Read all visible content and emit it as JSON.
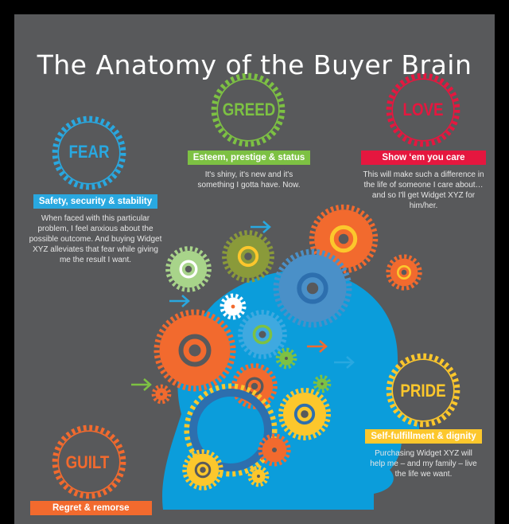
{
  "title": "The Anatomy of the Buyer Brain",
  "colors": {
    "background": "#58595b",
    "fear": "#29a8e0",
    "greed": "#7dc143",
    "love": "#e5173f",
    "pride": "#fcc72c",
    "guilt": "#f26a2e",
    "head": "#0b9ddb"
  },
  "emotions": [
    {
      "word": "FEAR",
      "label": "Safety, security & stability",
      "text": "When faced with this particular problem, I feel anxious about the possible outcome. And buying Widget XYZ alleviates that fear while giving me the result I want."
    },
    {
      "word": "GREED",
      "label": "Esteem, prestige & status",
      "text": "It's shiny, it's new and it's something I gotta have. Now."
    },
    {
      "word": "LOVE",
      "label": "Show ‘em you care",
      "text": "This will make such a difference in the life of someone I care about…and so I'll get Widget XYZ for him/her."
    },
    {
      "word": "PRIDE",
      "label": "Self-fulfillment & dignity",
      "text": "Purchasing Widget XYZ will help me – and my family – live the life we want."
    },
    {
      "word": "GUILT",
      "label": "Regret & remorse",
      "text": ""
    }
  ]
}
